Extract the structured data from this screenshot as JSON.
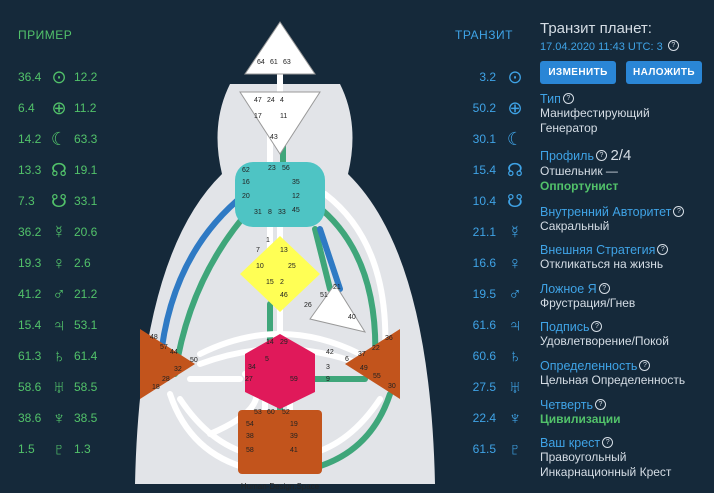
{
  "left_header": "ПРИМЕР",
  "right_header": "ТРАНЗИТ",
  "planets": [
    {
      "icon": "sun-icon",
      "glyph": "⊙",
      "personality": "12.2",
      "design": "36.4",
      "transit": "3.2"
    },
    {
      "icon": "earth-icon",
      "glyph": "⊕",
      "personality": "11.2",
      "design": "6.4",
      "transit": "50.2"
    },
    {
      "icon": "moon-icon",
      "glyph": "☾",
      "personality": "63.3",
      "design": "14.2",
      "transit": "30.1"
    },
    {
      "icon": "north-node-icon",
      "glyph": "☊",
      "personality": "19.1",
      "design": "13.3",
      "transit": "15.4"
    },
    {
      "icon": "south-node-icon",
      "glyph": "☋",
      "personality": "33.1",
      "design": "7.3",
      "transit": "10.4"
    },
    {
      "icon": "mercury-icon",
      "glyph": "☿",
      "personality": "20.6",
      "design": "36.2",
      "transit": "21.1"
    },
    {
      "icon": "venus-icon",
      "glyph": "♀",
      "personality": "2.6",
      "design": "19.3",
      "transit": "16.6"
    },
    {
      "icon": "mars-icon",
      "glyph": "♂",
      "personality": "21.2",
      "design": "41.2",
      "transit": "19.5"
    },
    {
      "icon": "jupiter-icon",
      "glyph": "♃",
      "personality": "53.1",
      "design": "15.4",
      "transit": "61.6"
    },
    {
      "icon": "saturn-icon",
      "glyph": "♄",
      "personality": "61.4",
      "design": "61.3",
      "transit": "60.6"
    },
    {
      "icon": "uranus-icon",
      "glyph": "♅",
      "personality": "58.5",
      "design": "58.6",
      "transit": "27.5"
    },
    {
      "icon": "neptune-icon",
      "glyph": "♆",
      "personality": "38.5",
      "design": "38.6",
      "transit": "22.4"
    },
    {
      "icon": "pluto-icon",
      "glyph": "♇",
      "personality": "1.3",
      "design": "1.5",
      "transit": "61.5"
    }
  ],
  "bodygraph": {
    "watermark": "Human-Design.Space",
    "gates": {
      "head": [
        "64",
        "61",
        "63"
      ],
      "ajna": [
        "47",
        "24",
        "4",
        "17",
        "43",
        "11"
      ],
      "throat": [
        "62",
        "23",
        "56",
        "16",
        "35",
        "20",
        "12",
        "31",
        "8",
        "33",
        "45"
      ],
      "g": [
        "1",
        "13",
        "7",
        "25",
        "10",
        "15",
        "2",
        "46"
      ],
      "ego": [
        "21",
        "51",
        "26",
        "40"
      ],
      "sacral": [
        "14",
        "29",
        "5",
        "34",
        "27",
        "59",
        "42",
        "3",
        "9"
      ],
      "spleen": [
        "48",
        "57",
        "44",
        "50",
        "32",
        "28",
        "18"
      ],
      "solar": [
        "36",
        "22",
        "37",
        "6",
        "49",
        "55",
        "30"
      ],
      "root": [
        "53",
        "60",
        "52",
        "54",
        "19",
        "38",
        "39",
        "58",
        "41"
      ]
    },
    "colors": {
      "personality": "#f0f0f0",
      "design": "#3fa67a",
      "transit": "#2f7ac4",
      "head": "#ffffff",
      "throat": "#4ec4c4",
      "g": "#ffff55",
      "sacral": "#e0195a",
      "motor": "#c2541c",
      "body": "#e2e4e8"
    }
  },
  "panel": {
    "title": "Транзит планет:",
    "date": "17.04.2020 11:43 UTC: 3",
    "btn_change": "ИЗМЕНИТЬ",
    "btn_overlay": "НАЛОЖИТЬ",
    "type_label": "Тип",
    "type_value": "Манифестирующий Генератор",
    "profile_label": "Профиль",
    "profile_num": "2/4",
    "profile_value": "Отшельник —",
    "profile_value2": "Оппортунист",
    "authority_label": "Внутренний Авторитет",
    "authority_value": "Сакральный",
    "strategy_label": "Внешняя Стратегия",
    "strategy_value": "Откликаться на жизнь",
    "false_label": "Ложное Я",
    "false_value": "Фрустрация/Гнев",
    "signature_label": "Подпись",
    "signature_value": "Удовлетворение/Покой",
    "definition_label": "Определенность",
    "definition_value": "Цельная Определенность",
    "quarter_label": "Четверть",
    "quarter_value": "Цивилизации",
    "cross_label": "Ваш крест",
    "cross_value1": "Правоугольный",
    "cross_value2": "Инкарнационный Крест"
  }
}
